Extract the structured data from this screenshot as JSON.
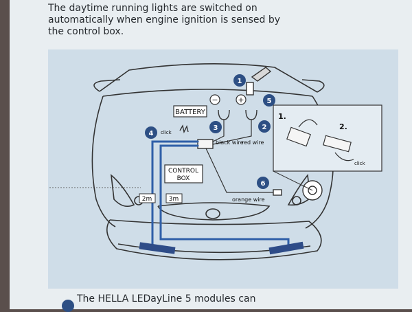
{
  "intro_text": "The daytime running lights are switched on automatically when engine ignition is sensed by the control box.",
  "labels": {
    "battery": "BATTERY",
    "control_box_line1": "CONTROL",
    "control_box_line2": "BOX",
    "black_wire": "black wire",
    "red_wire": "red wire",
    "orange_wire": "orange wire",
    "click_left": "click",
    "click_inset": "click",
    "cable_2m": "2m",
    "cable_3m": "3m",
    "minus": "−",
    "plus": "+"
  },
  "steps": [
    "1",
    "2",
    "3",
    "4",
    "5",
    "6"
  ],
  "inset_steps": [
    "1.",
    "2."
  ],
  "footer_text": "The HELLA LEDayLine 5 modules can",
  "colors": {
    "badge": "#2d4f84",
    "wire": "#2f5fa8",
    "drl_module": "#2e4c88",
    "panel": "#cfdde8",
    "line_art": "#333333"
  }
}
